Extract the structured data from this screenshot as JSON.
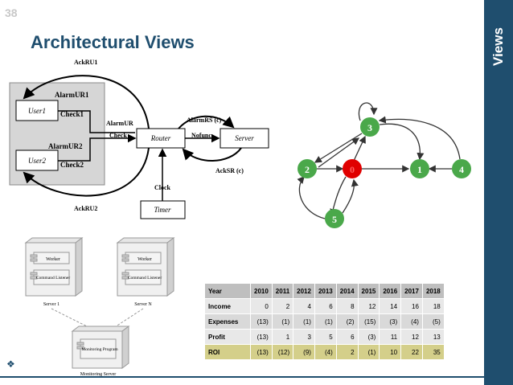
{
  "slide": {
    "number": "38",
    "title": "Architectural Views",
    "side_label": "Views"
  },
  "arch_diagram": {
    "boxes": {
      "user1": "User1",
      "user2": "User2",
      "router": "Router",
      "server": "Server",
      "timer": "Timer"
    },
    "labels": {
      "ackru1": "AckRU1",
      "alarmur1": "AlarmUR1",
      "check1": "Check1",
      "alarmur2": "AlarmUR2",
      "check2": "Check2",
      "alarmur": "AlarmUR",
      "check": "Check",
      "alarmrs": "AlarmRS (c)",
      "nofunc": "Nofunc",
      "acksr": "AckSR (c)",
      "clock": "Clock",
      "ackru2": "AckRU2"
    }
  },
  "graph": {
    "nodes": [
      "3",
      "2",
      "0",
      "1",
      "4",
      "5"
    ],
    "colors": {
      "node": "#4aa84a",
      "highlight": "#e00000",
      "edge": "#333333"
    }
  },
  "deployment": {
    "node1": {
      "component_a": "Worker",
      "component_b": "Command Listener",
      "label": "Server 1"
    },
    "node2": {
      "component_a": "Worker",
      "component_b": "Command Listener",
      "label": "Server N"
    },
    "monitor": {
      "component": "Monitoring Program",
      "label": "Monitoring Server"
    }
  },
  "table": {
    "header": "Year",
    "years": [
      "2010",
      "2011",
      "2012",
      "2013",
      "2014",
      "2015",
      "2016",
      "2017",
      "2018"
    ],
    "rows": [
      {
        "label": "Income",
        "values": [
          "0",
          "2",
          "4",
          "6",
          "8",
          "12",
          "14",
          "16",
          "18"
        ]
      },
      {
        "label": "Expenses",
        "values": [
          "(13)",
          "(1)",
          "(1)",
          "(1)",
          "(2)",
          "(15)",
          "(3)",
          "(4)",
          "(5)"
        ]
      },
      {
        "label": "Profit",
        "values": [
          "(13)",
          "1",
          "3",
          "5",
          "6",
          "(3)",
          "11",
          "12",
          "13"
        ]
      },
      {
        "label": "ROI",
        "values": [
          "(13)",
          "(12)",
          "(9)",
          "(4)",
          "2",
          "(1)",
          "10",
          "22",
          "35"
        ]
      }
    ]
  }
}
